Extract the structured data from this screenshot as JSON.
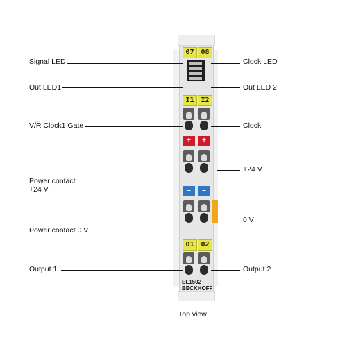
{
  "left_labels": {
    "signal_led": "Signal LED",
    "out_led1": "Out LED1",
    "vr_clock_gate": "V/R Clock1 Gate",
    "vr_overline": "_",
    "power_contact_24": "Power contact",
    "power_contact_24_value": "+24 V",
    "power_contact_0": "Power contact 0 V",
    "output1": "Output 1"
  },
  "right_labels": {
    "clock_led": "Clock LED",
    "out_led2": "Out LED 2",
    "clock": "Clock",
    "plus24": "+24 V",
    "zero_v": "0 V",
    "output2": "Output 2"
  },
  "module": {
    "tag_07": "07",
    "tag_08": "08",
    "tag_i1": "I1",
    "tag_i2": "I2",
    "plus_sign": "+",
    "minus_sign": "–",
    "tag_01": "01",
    "tag_02": "02",
    "model": "EL1502",
    "brand": "BECKHOFF"
  },
  "caption": "Top view",
  "colors": {
    "tag_yellow": "#e6e645",
    "plus_red": "#cf1b2c",
    "minus_blue": "#2f78c8",
    "pe_orange": "#f2a619"
  }
}
